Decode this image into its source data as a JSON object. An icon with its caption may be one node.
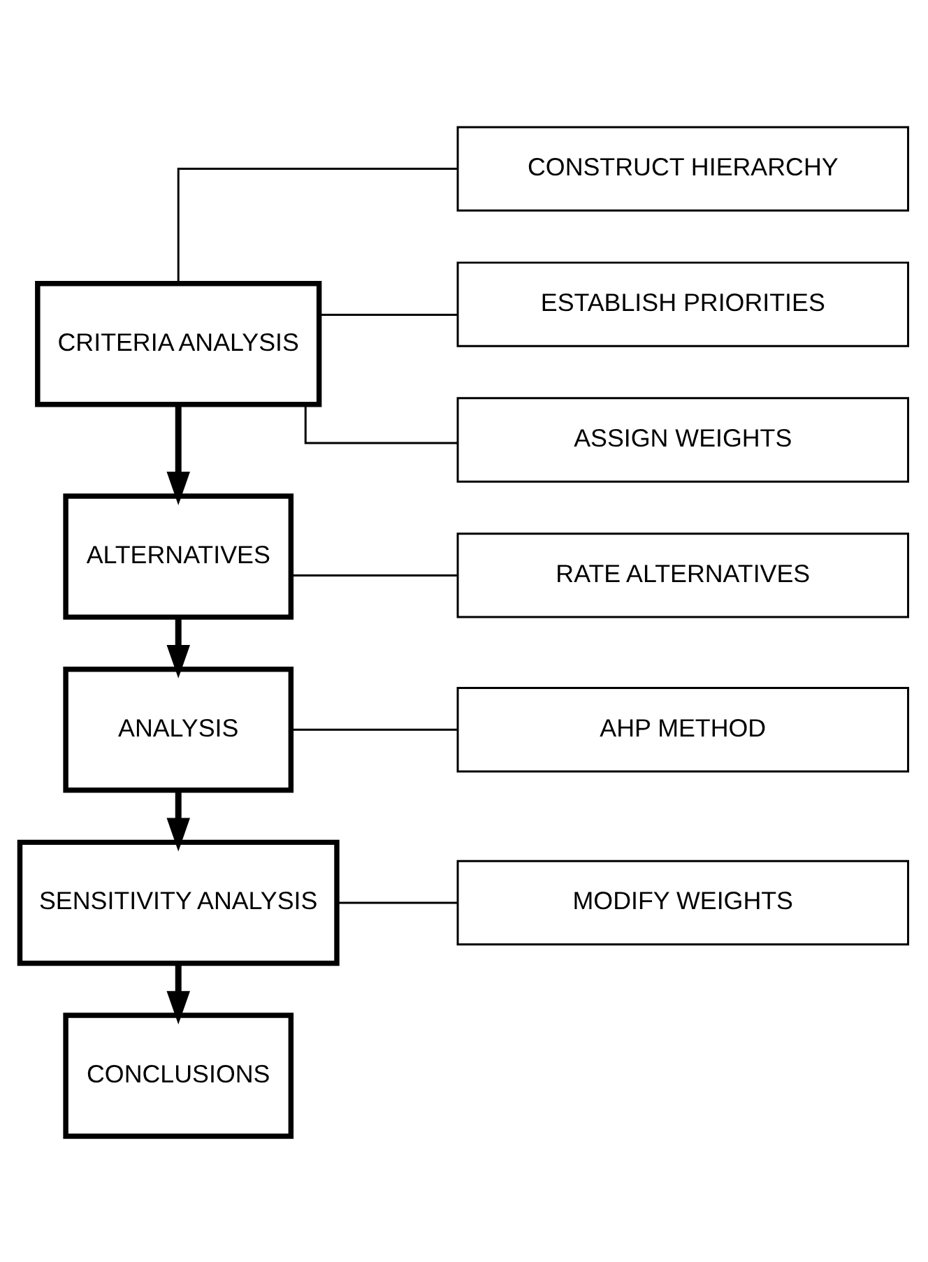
{
  "diagram": {
    "nodes": [
      {
        "text": [
          "CRITERIA ANALYSIS"
        ]
      },
      {
        "text": [
          "CONSTRUCT HIERARCHY"
        ]
      },
      {
        "text": [
          "ESTABLISH PRIORITIES"
        ]
      },
      {
        "text": [
          "ASSIGN WEIGHTS"
        ]
      },
      {
        "text": [
          "ALTERNATIVES"
        ]
      },
      {
        "text": [
          "RATE ALTERNATIVES"
        ]
      },
      {
        "text": [
          "ANALYSIS"
        ]
      },
      {
        "text": [
          "AHP METHOD"
        ]
      },
      {
        "text": [
          "SENSITIVITY ANALYSIS"
        ]
      },
      {
        "text": [
          "MODIFY WEIGHTS"
        ]
      },
      {
        "text": [
          "CONCLUSIONS"
        ]
      }
    ],
    "edges": [
      {
        "from": 0,
        "to": 1,
        "arrow": "none"
      },
      {
        "from": 0,
        "to": 2,
        "arrow": "none"
      },
      {
        "from": 0,
        "to": 3,
        "arrow": "none"
      },
      {
        "from": 0,
        "to": 4,
        "arrow": "to",
        "style": "thick"
      },
      {
        "from": 4,
        "to": 5,
        "arrow": "none"
      },
      {
        "from": 4,
        "to": 6,
        "arrow": "to",
        "style": "thick"
      },
      {
        "from": 6,
        "to": 7,
        "arrow": "none"
      },
      {
        "from": 6,
        "to": 8,
        "arrow": "to",
        "style": "thick"
      },
      {
        "from": 8,
        "to": 9,
        "arrow": "none"
      },
      {
        "from": 8,
        "to": 10,
        "arrow": "to",
        "style": "thick"
      }
    ]
  }
}
